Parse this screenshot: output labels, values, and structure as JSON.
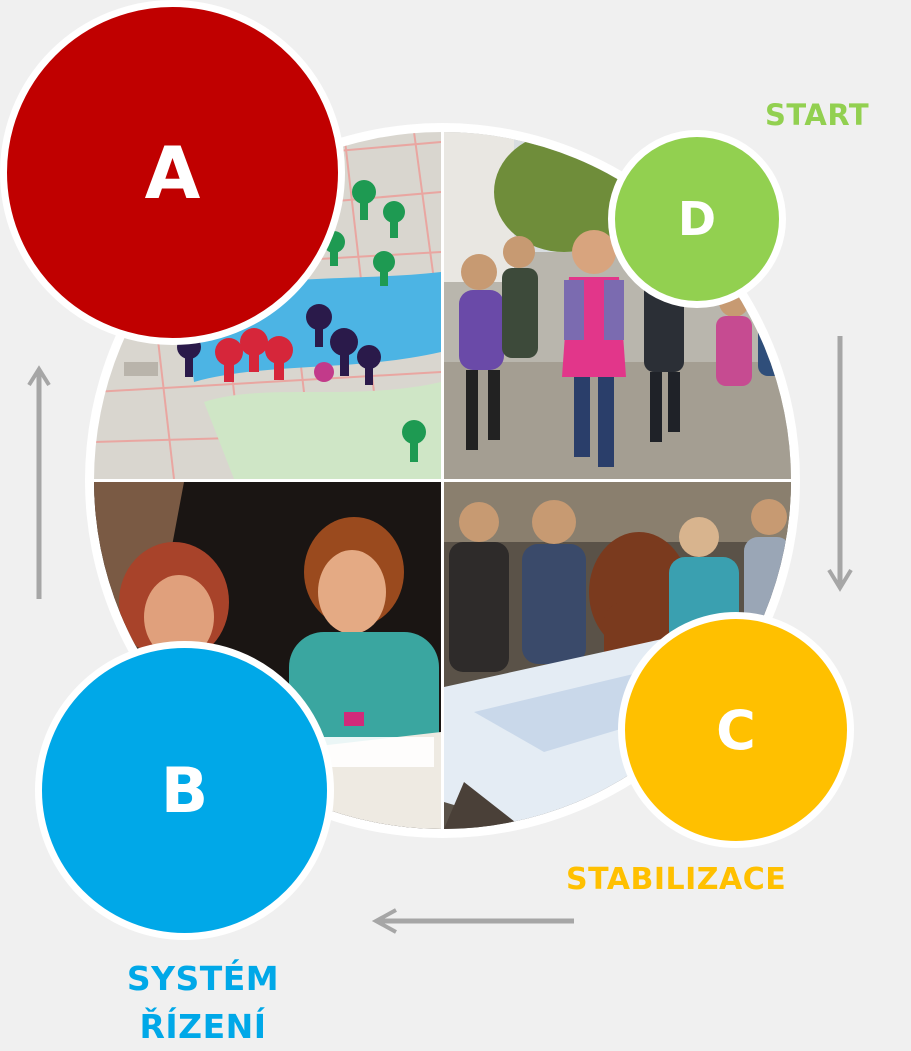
{
  "badges": {
    "a": "A",
    "b": "B",
    "c": "C",
    "d": "D"
  },
  "labels": {
    "start": "START",
    "stabilization": "STABILIZACE",
    "system_line1": "SYSTÉM",
    "system_line2": "ŘÍZENÍ"
  },
  "colors": {
    "a": "#c00000",
    "b": "#00a8e8",
    "c": "#ffc000",
    "d": "#92d050",
    "arrow": "#a6a6a6",
    "background": "#f0f0f0"
  }
}
